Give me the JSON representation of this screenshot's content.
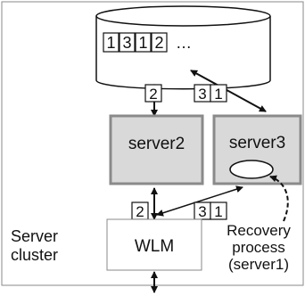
{
  "diagram": {
    "queue_cells": [
      "1",
      "3",
      "1",
      "2"
    ],
    "queue_ellipsis": "…",
    "arrow_label_left_top": "2",
    "arrow_label_right_top": [
      "3",
      "1"
    ],
    "server_left": "server2",
    "server_right": "server3",
    "arrow_label_left_bottom": "2",
    "arrow_label_right_bottom": [
      "3",
      "1"
    ],
    "wlm": "WLM",
    "cluster_label": [
      "Server",
      "cluster"
    ],
    "recovery_label": [
      "Recovery",
      "process",
      "(server1)"
    ]
  }
}
